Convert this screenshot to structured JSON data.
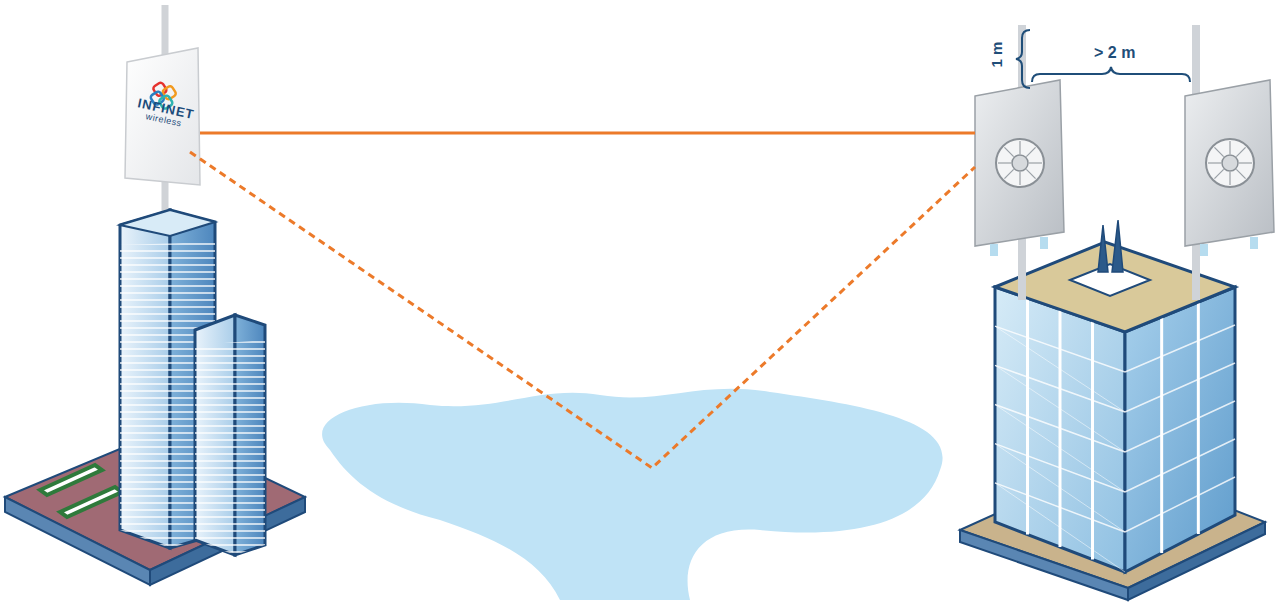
{
  "diagram": {
    "nodes": [
      {
        "text": [
          "INFINET",
          "wireless"
        ]
      }
    ],
    "labels": [
      "1 m",
      "> 2 m"
    ]
  }
}
